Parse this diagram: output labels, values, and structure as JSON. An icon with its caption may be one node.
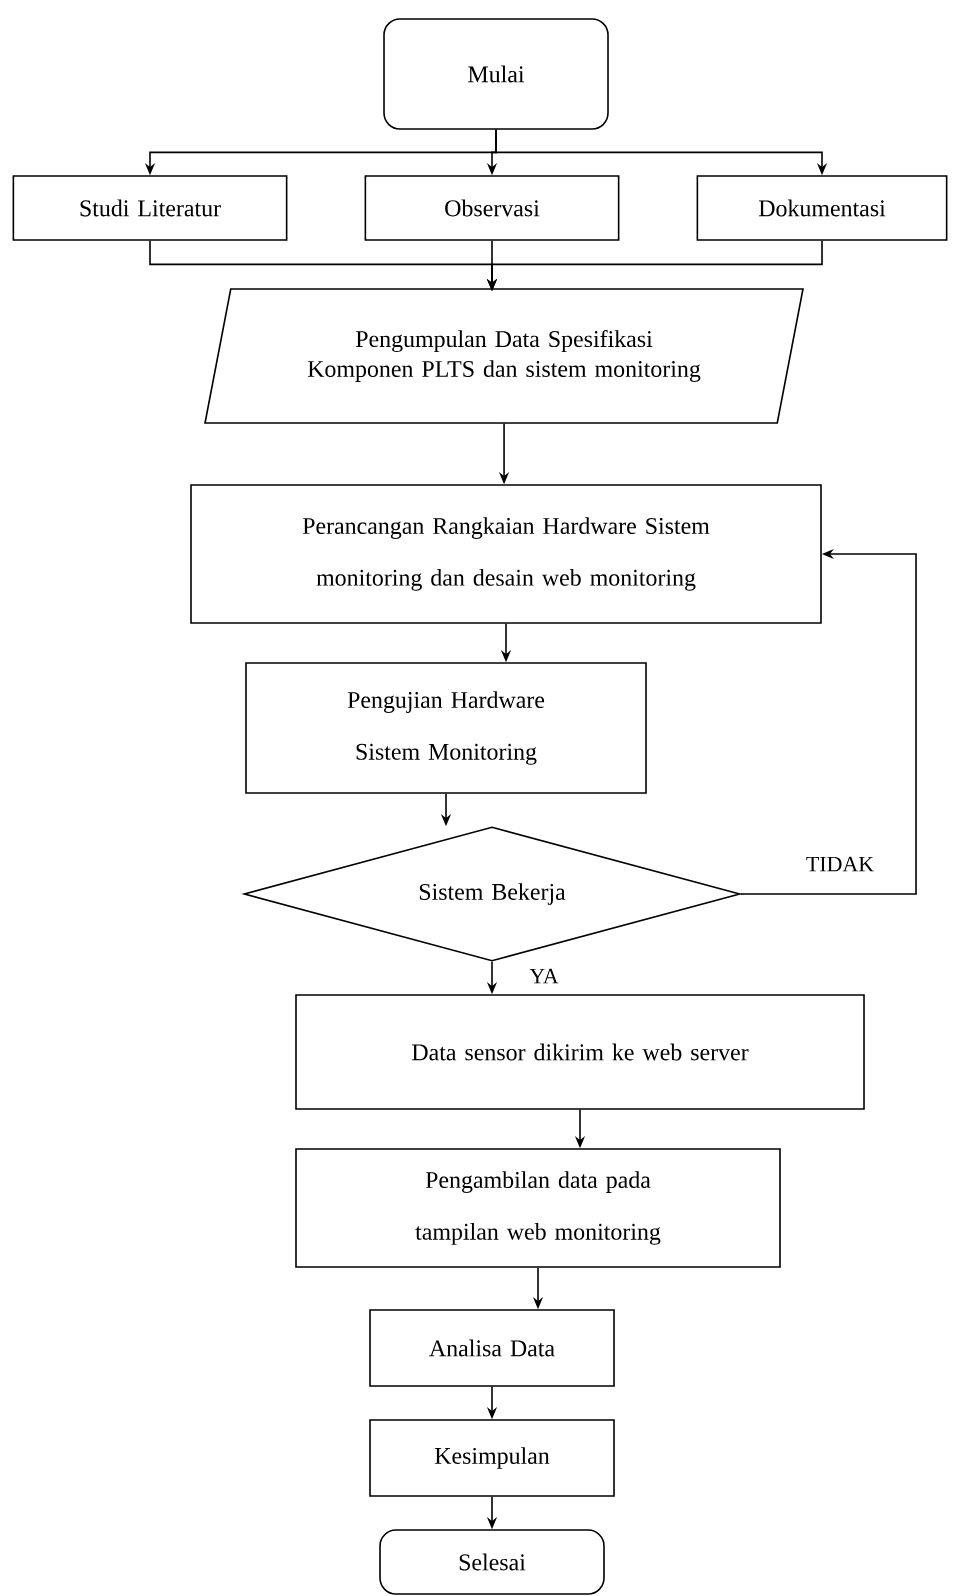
{
  "diagram": {
    "nodes": [
      {
        "text": [
          "Mulai"
        ]
      },
      {
        "text": [
          "Studi Literatur"
        ]
      },
      {
        "text": [
          "Observasi"
        ]
      },
      {
        "text": [
          "Dokumentasi"
        ]
      },
      {
        "text": [
          "Pengumpulan Data Spesifikasi Komponen PLTS dan sistem monitoring"
        ]
      },
      {
        "text": [
          "Perancangan Rangkaian Hardware Sistem monitoring dan desain web monitoring"
        ]
      },
      {
        "text": [
          "Pengujian Hardware Sistem Monitoring"
        ]
      },
      {
        "text": [
          "Sistem Bekerja"
        ]
      },
      {
        "text": [
          "Data sensor dikirim ke web server"
        ]
      },
      {
        "text": [
          "Pengambilan data pada tampilan web monitoring"
        ]
      },
      {
        "text": [
          "Analisa Data"
        ]
      },
      {
        "text": [
          "Kesimpulan"
        ]
      },
      {
        "text": [
          "Selesai"
        ]
      }
    ],
    "edges": [
      {
        "from": 0,
        "to": 1,
        "arrow": "to"
      },
      {
        "from": 0,
        "to": 2,
        "arrow": "to"
      },
      {
        "from": 0,
        "to": 3,
        "arrow": "to"
      },
      {
        "from": 1,
        "to": 4,
        "arrow": "to"
      },
      {
        "from": 2,
        "to": 4,
        "arrow": "to"
      },
      {
        "from": 3,
        "to": 4,
        "arrow": "to"
      },
      {
        "from": 4,
        "to": 5,
        "arrow": "to"
      },
      {
        "from": 5,
        "to": 6,
        "arrow": "to"
      },
      {
        "from": 6,
        "to": 7,
        "arrow": "to"
      },
      {
        "from": 7,
        "to": 8,
        "label": "YA",
        "arrow": "to"
      },
      {
        "from": 7,
        "to": 5,
        "label": "TIDAK",
        "arrow": "to"
      },
      {
        "from": 8,
        "to": 9,
        "arrow": "to"
      },
      {
        "from": 9,
        "to": 10,
        "arrow": "to"
      },
      {
        "from": 10,
        "to": 11,
        "arrow": "to"
      },
      {
        "from": 11,
        "to": 12,
        "arrow": "to"
      }
    ]
  }
}
